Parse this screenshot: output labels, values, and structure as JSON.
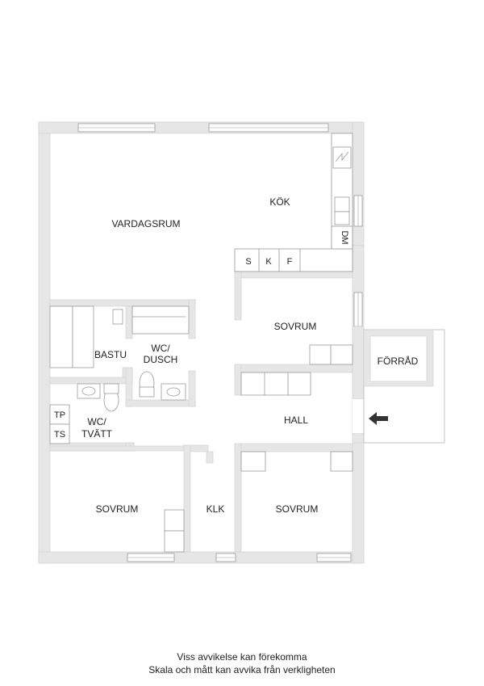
{
  "rooms": {
    "vardagsrum": "VARDAGSRUM",
    "kok": "KÖK",
    "sovrum_1": "SOVRUM",
    "sovrum_2": "SOVRUM",
    "sovrum_3": "SOVRUM",
    "bastu": "BASTU",
    "wc_dusch_line1": "WC/",
    "wc_dusch_line2": "DUSCH",
    "wc_tvatt_line1": "WC/",
    "wc_tvatt_line2": "TVÄTT",
    "hall": "HALL",
    "forrad": "FÖRRÅD",
    "klk": "KLK"
  },
  "appliances": {
    "s": "S",
    "k": "K",
    "f": "F",
    "dm": "DM",
    "tp": "TP",
    "ts": "TS"
  },
  "icons": {
    "entrance": "entrance-arrow-icon"
  },
  "colors": {
    "wall": "#e6e6e6",
    "wall_edge": "#cfcfcf",
    "fixture": "#b5b5b5",
    "text": "#222222"
  },
  "disclaimer": {
    "line1": "Viss avvikelse kan förekomma",
    "line2": "Skala och mått kan avvika från verkligheten"
  }
}
